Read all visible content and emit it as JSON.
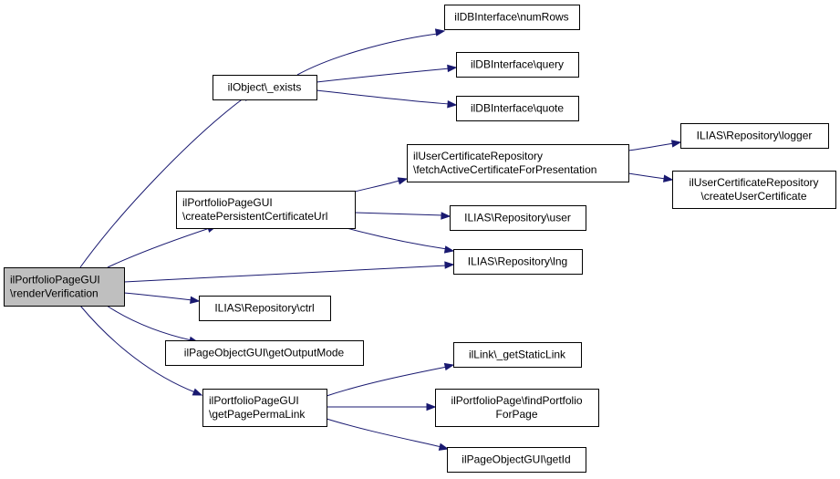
{
  "graph": {
    "nodes": {
      "render_verification": [
        "ilPortfolioPageGUI",
        "\\renderVerification"
      ],
      "object_exists": [
        "ilObject\\_exists"
      ],
      "db_numrows": [
        "ilDBInterface\\numRows"
      ],
      "db_query": [
        "ilDBInterface\\query"
      ],
      "db_quote": [
        "ilDBInterface\\quote"
      ],
      "create_persistent_url": [
        "ilPortfolioPageGUI",
        "\\createPersistentCertificateUrl"
      ],
      "fetch_active_cert": [
        "ilUserCertificateRepository",
        "\\fetchActiveCertificateForPresentation"
      ],
      "repo_logger": [
        "ILIAS\\Repository\\logger"
      ],
      "create_user_cert": [
        "ilUserCertificateRepository",
        "\\createUserCertificate"
      ],
      "repo_user": [
        "ILIAS\\Repository\\user"
      ],
      "repo_lng": [
        "ILIAS\\Repository\\lng"
      ],
      "repo_ctrl": [
        "ILIAS\\Repository\\ctrl"
      ],
      "get_output_mode": [
        "ilPageObjectGUI\\getOutputMode"
      ],
      "get_page_permalink": [
        "ilPortfolioPageGUI",
        "\\getPagePermaLink"
      ],
      "get_static_link": [
        "ilLink\\_getStaticLink"
      ],
      "find_portfolio_for_page": [
        "ilPortfolioPage\\findPortfolio",
        "ForPage"
      ],
      "get_id": [
        "ilPageObjectGUI\\getId"
      ]
    },
    "edges": [
      [
        "render_verification",
        "object_exists"
      ],
      [
        "render_verification",
        "create_persistent_url"
      ],
      [
        "render_verification",
        "repo_lng"
      ],
      [
        "render_verification",
        "repo_ctrl"
      ],
      [
        "render_verification",
        "get_output_mode"
      ],
      [
        "render_verification",
        "get_page_permalink"
      ],
      [
        "object_exists",
        "db_numrows"
      ],
      [
        "object_exists",
        "db_query"
      ],
      [
        "object_exists",
        "db_quote"
      ],
      [
        "create_persistent_url",
        "fetch_active_cert"
      ],
      [
        "create_persistent_url",
        "repo_user"
      ],
      [
        "create_persistent_url",
        "repo_lng"
      ],
      [
        "fetch_active_cert",
        "repo_logger"
      ],
      [
        "fetch_active_cert",
        "create_user_cert"
      ],
      [
        "get_page_permalink",
        "get_static_link"
      ],
      [
        "get_page_permalink",
        "find_portfolio_for_page"
      ],
      [
        "get_page_permalink",
        "get_id"
      ]
    ],
    "colors": {
      "edge": "#191970",
      "root_fill": "#bfbfbf",
      "node_fill": "#ffffff",
      "node_border": "#000000"
    }
  }
}
